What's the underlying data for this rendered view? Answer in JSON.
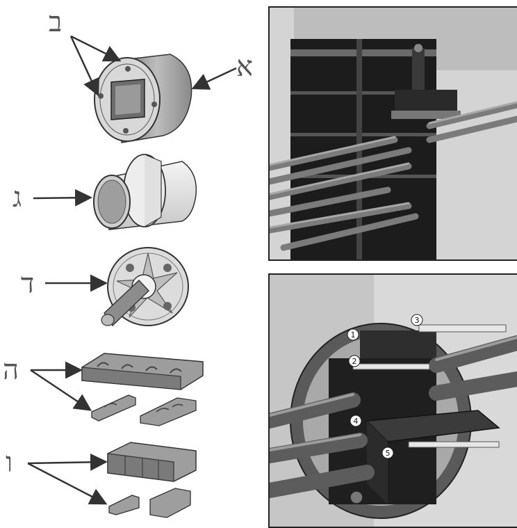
{
  "labels": {
    "alef": "א",
    "bet": "ב",
    "gimel": "ג",
    "dalet": "ד",
    "he": "ה",
    "vav": "ו"
  },
  "photo_bottom_markers": [
    "1",
    "2",
    "3",
    "4",
    "5"
  ],
  "colors": {
    "ink": "#333333",
    "metal": "#b8b8b8",
    "dark": "#1a1a1a",
    "wall": "#d9d9d9"
  }
}
